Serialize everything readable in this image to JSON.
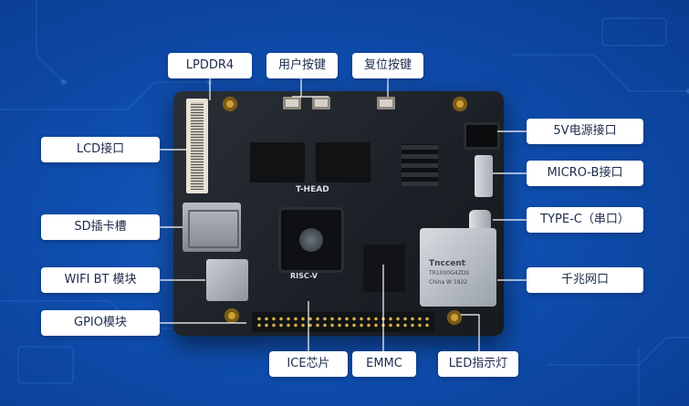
{
  "labels": {
    "lpddr4": "LPDDR4",
    "user_keys": "用户按键",
    "reset_key": "复位按键",
    "power_5v": "5V电源接口",
    "lcd": "LCD接口",
    "micro_b": "MICRO-B接口",
    "sd_slot": "SD插卡槽",
    "type_c": "TYPE-C（串口）",
    "wifi_bt": "WIFI BT 模块",
    "gige": "千兆网口",
    "gpio": "GPIO模块",
    "ice": "ICE芯片",
    "emmc": "EMMC",
    "led": "LED指示灯"
  },
  "silkscreen": {
    "brand": "T-HEAD",
    "arch": "RISC-V",
    "eth_brand": "Tnccent",
    "eth_model": "TR1000G4ZDS",
    "eth_origin": "China W 1922"
  },
  "colors": {
    "background": "#0f4fb0",
    "label_bg": "#ffffff",
    "label_text": "#1c2a4a",
    "leader_line": "#ffffff",
    "board": "#23272d"
  }
}
